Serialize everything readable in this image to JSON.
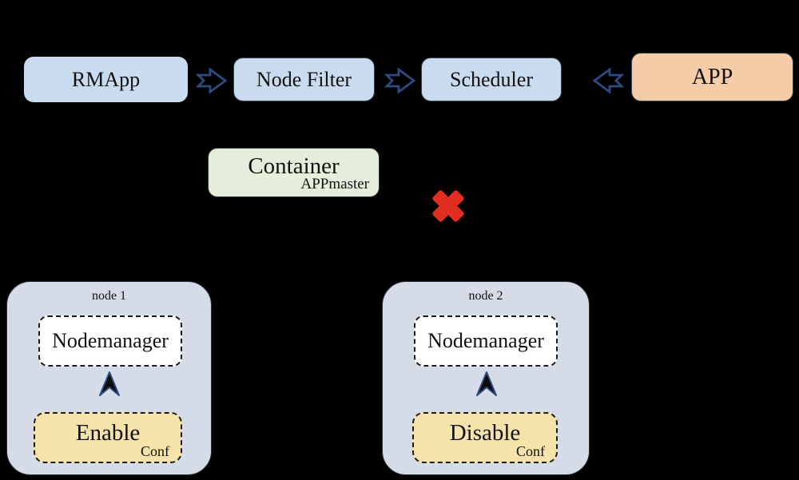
{
  "pipeline": {
    "rmapp_label": "RMApp",
    "node_filter_label": "Node Filter",
    "scheduler_label": "Scheduler",
    "app_label": "APP"
  },
  "container_box": {
    "label": "Container",
    "sublabel": "APPmaster"
  },
  "nodes": [
    {
      "title": "node 1",
      "manager_label": "Nodemanager",
      "conf_state": "Enable",
      "conf_label": "Conf"
    },
    {
      "title": "node 2",
      "manager_label": "Nodemanager",
      "conf_state": "Disable",
      "conf_label": "Conf"
    }
  ],
  "icons": {
    "flow_arrow_right": "block-arrow-right",
    "flow_arrow_left": "block-arrow-left",
    "up_arrow": "block-arrow-up",
    "cross": "red-x-mark"
  },
  "colors": {
    "background": "#000000",
    "pipeline_box_fill": "#c8dbef",
    "app_box_fill": "#f4cca7",
    "container_fill": "#e5eeda",
    "node_fill": "#d6dbe8",
    "conf_fill": "#f5e3aa",
    "manager_fill": "#ffffff",
    "arrow_stroke": "#2d4b80",
    "cross_red": "#e12d22",
    "text": "#111111"
  }
}
